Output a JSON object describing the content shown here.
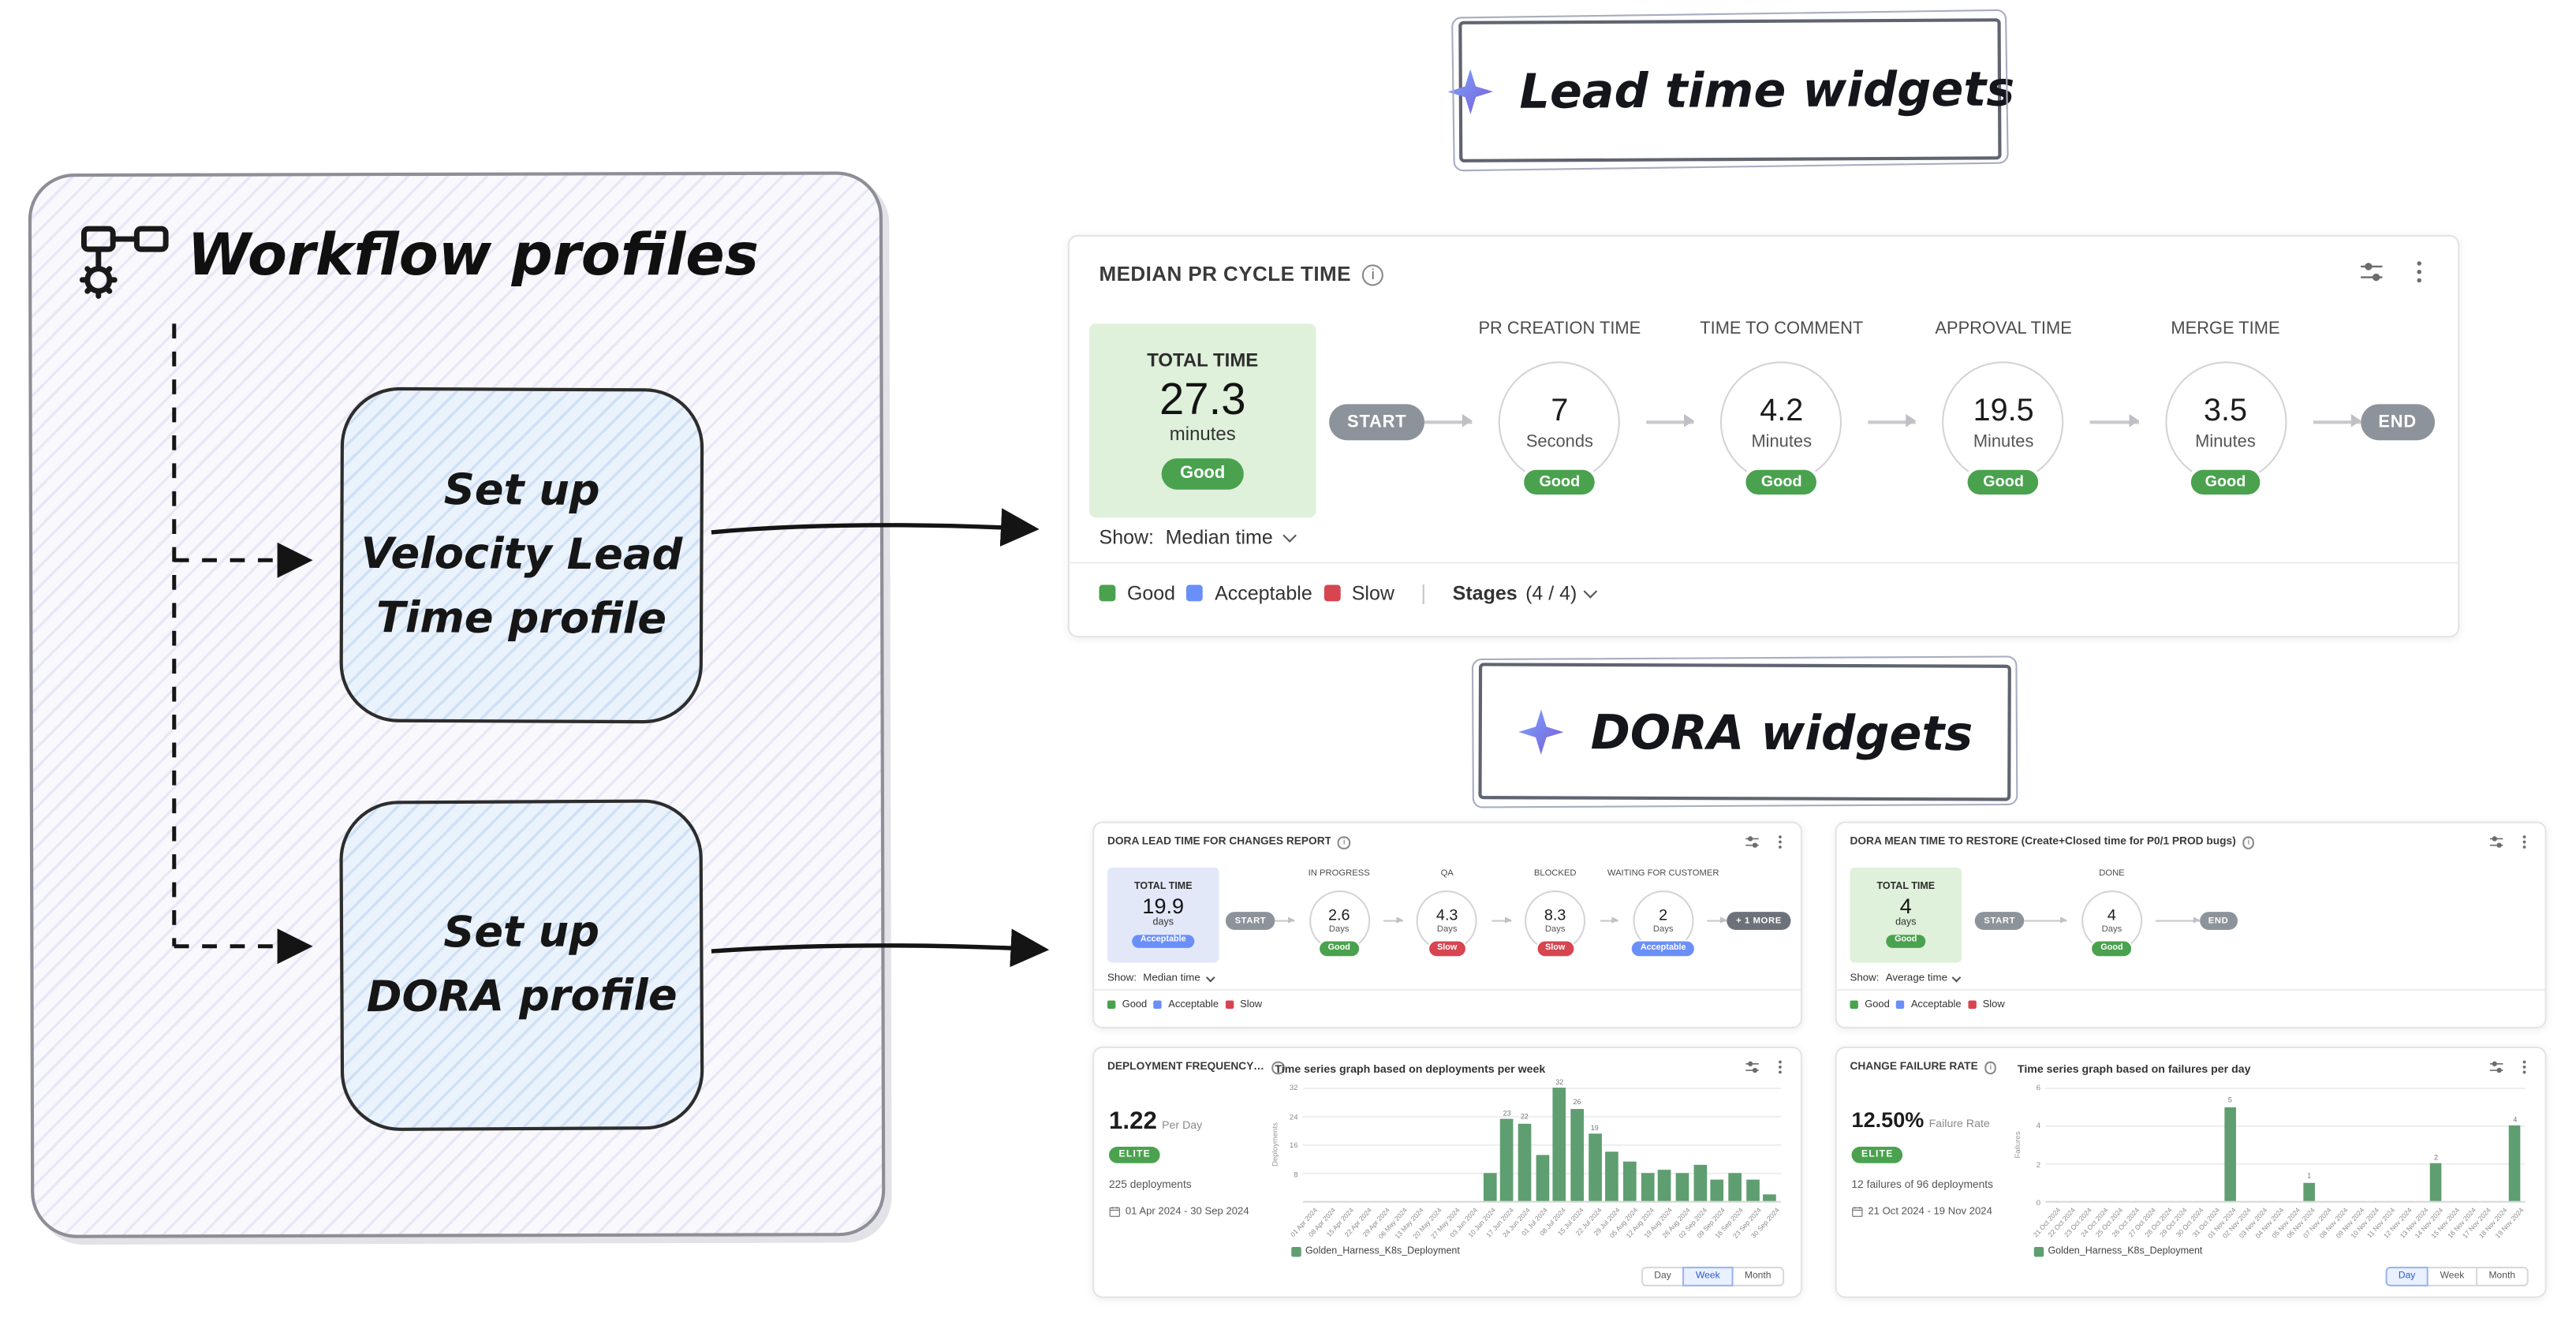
{
  "colors": {
    "good": "#4aa24e",
    "acceptable": "#6b8ff8",
    "slow": "#d64550",
    "elite_badge": "#4aa24e",
    "bar_green": "#5f9e70",
    "summary_green_bg": "#dff0db",
    "summary_blue_bg": "#e3e8f9",
    "start_end_pill": "#8d939a"
  },
  "diagram": {
    "title": "Workflow profiles",
    "node_velocity": "Set up\nVelocity Lead\nTime profile",
    "node_dora": "Set up\nDORA profile"
  },
  "banner_lead_time": "Lead time widgets",
  "banner_dora": "DORA widgets",
  "pr_widget": {
    "title": "MEDIAN PR CYCLE TIME",
    "summary": {
      "label": "TOTAL TIME",
      "value": "27.3",
      "unit": "minutes",
      "rating": "Good"
    },
    "start_label": "START",
    "end_label": "END",
    "stages": [
      {
        "name": "PR CREATION TIME",
        "value": "7",
        "unit": "Seconds",
        "rating": "Good"
      },
      {
        "name": "TIME TO COMMENT",
        "value": "4.2",
        "unit": "Minutes",
        "rating": "Good"
      },
      {
        "name": "APPROVAL TIME",
        "value": "19.5",
        "unit": "Minutes",
        "rating": "Good"
      },
      {
        "name": "MERGE TIME",
        "value": "3.5",
        "unit": "Minutes",
        "rating": "Good"
      }
    ],
    "show_label": "Show:",
    "show_value": "Median time",
    "legend": {
      "good": "Good",
      "acceptable": "Acceptable",
      "slow": "Slow"
    },
    "stages_label": "Stages",
    "stages_count": "(4 / 4)"
  },
  "dora_lead_widget": {
    "title": "DORA LEAD TIME FOR CHANGES REPORT",
    "summary": {
      "label": "TOTAL TIME",
      "value": "19.9",
      "unit": "days",
      "rating": "Acceptable"
    },
    "start_label": "START",
    "more_label": "+ 1 MORE",
    "stages": [
      {
        "name": "IN PROGRESS",
        "value": "2.6",
        "unit": "Days",
        "rating": "Good"
      },
      {
        "name": "QA",
        "value": "4.3",
        "unit": "Days",
        "rating": "Slow"
      },
      {
        "name": "BLOCKED",
        "value": "8.3",
        "unit": "Days",
        "rating": "Slow"
      },
      {
        "name": "WAITING FOR CUSTOMER",
        "value": "2",
        "unit": "Days",
        "rating": "Acceptable"
      }
    ],
    "show_label": "Show:",
    "show_value": "Median time",
    "legend": {
      "good": "Good",
      "acceptable": "Acceptable",
      "slow": "Slow"
    }
  },
  "mttr_widget": {
    "title": "DORA MEAN TIME TO RESTORE (Create+Closed time for P0/1 PROD bugs)",
    "summary": {
      "label": "TOTAL TIME",
      "value": "4",
      "unit": "days",
      "rating": "Good"
    },
    "start_label": "START",
    "end_label": "END",
    "stages": [
      {
        "name": "DONE",
        "value": "4",
        "unit": "Days",
        "rating": "Good"
      }
    ],
    "show_label": "Show:",
    "show_value": "Average time",
    "legend": {
      "good": "Good",
      "acceptable": "Acceptable",
      "slow": "Slow"
    }
  },
  "deploy_widget": {
    "title": "DEPLOYMENT FREQUENCY (Data Aft...",
    "chart_title": "Time series graph based on deployments per week",
    "metric_value": "1.22",
    "metric_unit": "Per Day",
    "badge": "ELITE",
    "subtext": "225 deployments",
    "date_range": "01 Apr 2024 - 30 Sep 2024",
    "legend": "Golden_Harness_K8s_Deployment",
    "toggle": [
      "Day",
      "Week",
      "Month"
    ],
    "toggle_active": "Week"
  },
  "cfr_widget": {
    "title": "CHANGE FAILURE RATE",
    "chart_title": "Time series graph based on failures per day",
    "metric_value": "12.50%",
    "metric_unit": "Failure Rate",
    "badge": "ELITE",
    "subtext": "12 failures of 96 deployments",
    "date_range": "21 Oct 2024 - 19 Nov 2024",
    "legend": "Golden_Harness_K8s_Deployment",
    "toggle": [
      "Day",
      "Week",
      "Month"
    ],
    "toggle_active": "Day"
  },
  "chart_data": [
    {
      "type": "bar",
      "title": "Time series graph based on deployments per week",
      "xlabel": "",
      "ylabel": "Deployments",
      "ylim": [
        0,
        32
      ],
      "yticks": [
        8,
        16,
        24,
        32
      ],
      "grid_step": 8,
      "legend": [
        "Golden_Harness_K8s_Deployment"
      ],
      "legend_position": "bottom",
      "grid": true,
      "color": "#5f9e70",
      "bar_labels": true,
      "label_min": 19,
      "categories": [
        "01 Apr 2024",
        "08 Apr 2024",
        "15 Apr 2024",
        "22 Apr 2024",
        "29 Apr 2024",
        "06 May 2024",
        "13 May 2024",
        "20 May 2024",
        "27 May 2024",
        "03 Jun 2024",
        "10 Jun 2024",
        "17 Jun 2024",
        "24 Jun 2024",
        "01 Jul 2024",
        "08 Jul 2024",
        "15 Jul 2024",
        "22 Jul 2024",
        "29 Jul 2024",
        "05 Aug 2024",
        "12 Aug 2024",
        "19 Aug 2024",
        "26 Aug 2024",
        "02 Sep 2024",
        "09 Sep 2024",
        "16 Sep 2024",
        "23 Sep 2024",
        "30 Sep 2024"
      ],
      "values": [
        0,
        0,
        0,
        0,
        0,
        0,
        0,
        0,
        0,
        0,
        8,
        23,
        22,
        13,
        32,
        26,
        19,
        14,
        11,
        8,
        9,
        8,
        10,
        6,
        8,
        6,
        2
      ]
    },
    {
      "type": "bar",
      "title": "Time series graph based on failures per day",
      "xlabel": "",
      "ylabel": "Failures",
      "ylim": [
        0,
        6
      ],
      "yticks": [
        0,
        2,
        4,
        6
      ],
      "grid_step": 2,
      "legend": [
        "Golden_Harness_K8s_Deployment"
      ],
      "legend_position": "bottom",
      "grid": true,
      "color": "#5f9e70",
      "bar_labels": true,
      "label_min": 1,
      "categories": [
        "21 Oct 2024",
        "22 Oct 2024",
        "23 Oct 2024",
        "24 Oct 2024",
        "25 Oct 2024",
        "26 Oct 2024",
        "27 Oct 2024",
        "28 Oct 2024",
        "29 Oct 2024",
        "30 Oct 2024",
        "31 Oct 2024",
        "01 Nov 2024",
        "02 Nov 2024",
        "03 Nov 2024",
        "04 Nov 2024",
        "05 Nov 2024",
        "06 Nov 2024",
        "07 Nov 2024",
        "08 Nov 2024",
        "09 Nov 2024",
        "10 Nov 2024",
        "11 Nov 2024",
        "12 Nov 2024",
        "13 Nov 2024",
        "14 Nov 2024",
        "15 Nov 2024",
        "16 Nov 2024",
        "17 Nov 2024",
        "18 Nov 2024",
        "19 Nov 2024"
      ],
      "values": [
        0,
        0,
        0,
        0,
        0,
        0,
        0,
        0,
        0,
        0,
        0,
        5,
        0,
        0,
        0,
        0,
        1,
        0,
        0,
        0,
        0,
        0,
        0,
        0,
        2,
        0,
        0,
        0,
        0,
        4
      ]
    }
  ]
}
